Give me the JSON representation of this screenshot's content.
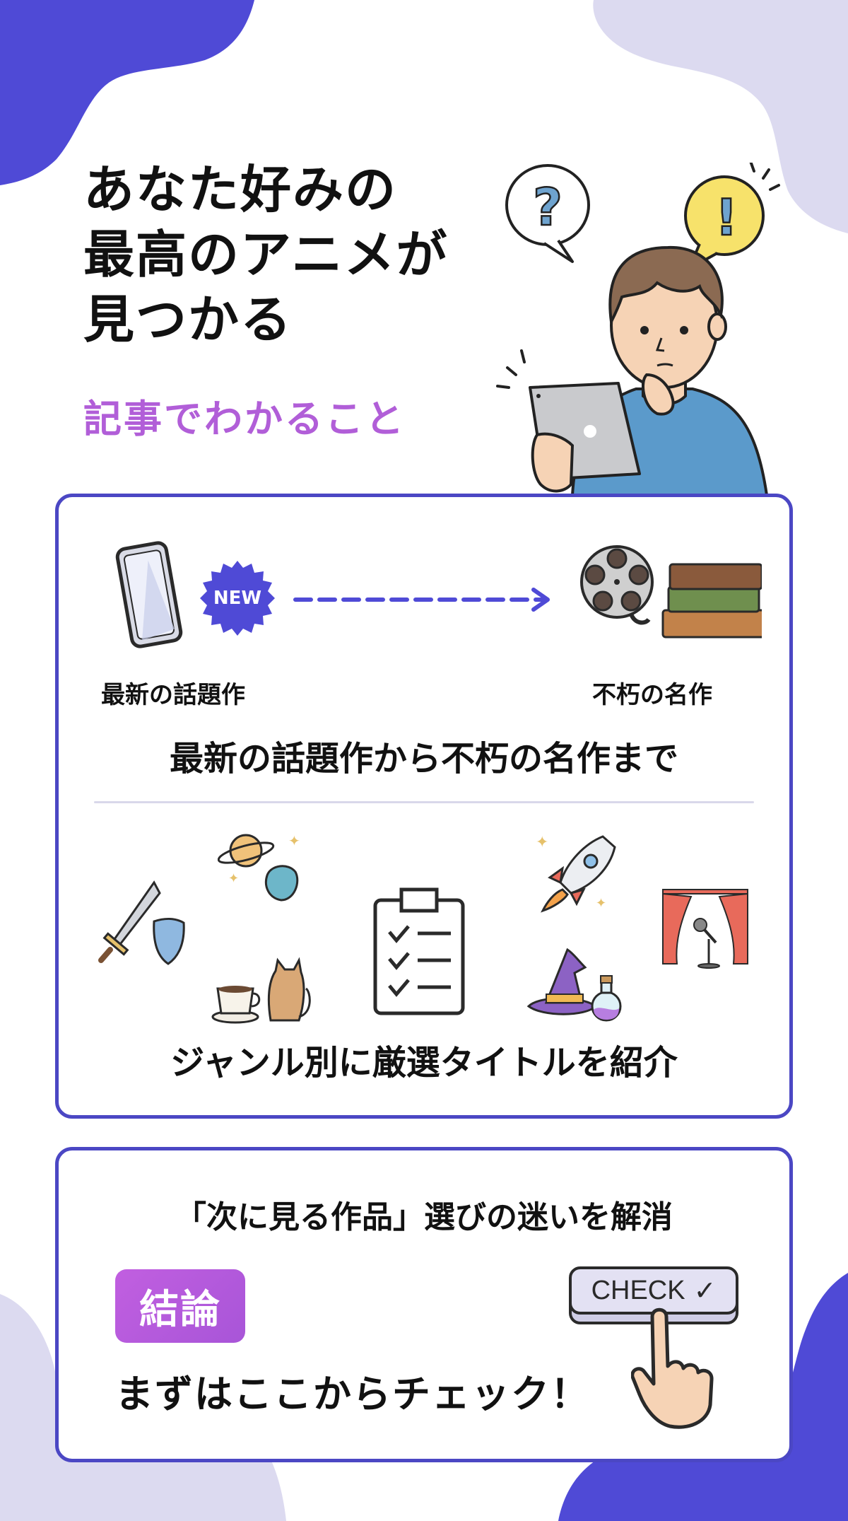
{
  "header": {
    "title_lines": [
      "あなた好みの",
      "最高のアニメが",
      "見つかる"
    ],
    "subtitle": "記事でわかること"
  },
  "hero_illustration": {
    "bubbles": [
      {
        "symbol": "?",
        "fill": "#ffffff"
      },
      {
        "symbol": "!",
        "fill": "#f7e26b"
      }
    ]
  },
  "card1": {
    "left_label": "最新の話題作",
    "new_badge": "NEW",
    "right_label": "不朽の名作",
    "headline1": "最新の話題作から不朽の名作まで",
    "genre_icons": [
      "sword-shield",
      "planet-space",
      "coffee-cat",
      "checklist",
      "rocket",
      "witch-hat-potion",
      "stage-microphone"
    ],
    "headline2": "ジャンル別に厳選タイトルを紹介"
  },
  "card2": {
    "headline": "「次に見る作品」選びの迷いを解消",
    "conclusion_badge": "結論",
    "cta_text": "まずはここからチェック！",
    "check_button": "CHECK",
    "check_mark": "✓"
  },
  "colors": {
    "accent_indigo": "#4b47c4",
    "blob_indigo": "#4f4ad6",
    "blob_lavender": "#dcdaf0",
    "accent_purple": "#b15ed8"
  }
}
